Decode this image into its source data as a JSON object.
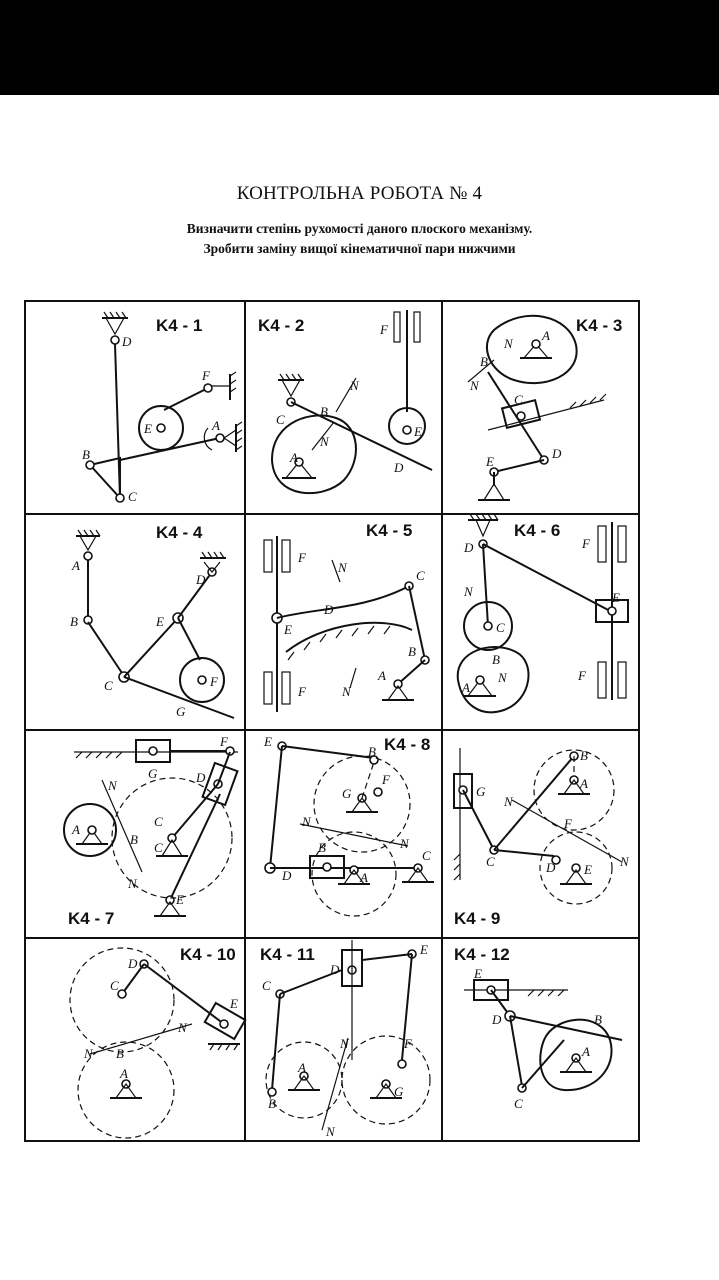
{
  "header": {
    "title": "КОНТРОЛЬНА РОБОТА № 4",
    "line1": "Визначити степінь рухомості даного плоского механізму.",
    "line2": "Зробити заміну вищої кінематичної пари нижчими"
  },
  "cells": [
    {
      "label": "K4 - 1",
      "points": [
        "D",
        "F",
        "A",
        "E",
        "B",
        "C"
      ]
    },
    {
      "label": "K4 - 2",
      "points": [
        "F",
        "N",
        "B",
        "C",
        "E",
        "D",
        "N",
        "A"
      ]
    },
    {
      "label": "K4 - 3",
      "points": [
        "N",
        "A",
        "B",
        "N",
        "C",
        "D",
        "E"
      ]
    },
    {
      "label": "K4 - 4",
      "points": [
        "A",
        "D",
        "B",
        "E",
        "C",
        "F",
        "G"
      ]
    },
    {
      "label": "K4 - 5",
      "points": [
        "F",
        "N",
        "C",
        "D",
        "E",
        "B",
        "A",
        "N",
        "F"
      ]
    },
    {
      "label": "K4 - 6",
      "points": [
        "D",
        "F",
        "N",
        "E",
        "C",
        "B",
        "A",
        "N",
        "F"
      ]
    },
    {
      "label": "K4 - 7",
      "points": [
        "F",
        "G",
        "D",
        "N",
        "A",
        "B",
        "C",
        "N",
        "E"
      ]
    },
    {
      "label": "K4 - 8",
      "points": [
        "E",
        "B",
        "G",
        "F",
        "N",
        "N",
        "B",
        "C",
        "D",
        "A"
      ]
    },
    {
      "label": "K4 - 9",
      "points": [
        "B",
        "G",
        "A",
        "N",
        "F",
        "C",
        "D",
        "E",
        "N"
      ]
    },
    {
      "label": "K4 - 10",
      "points": [
        "D",
        "C",
        "E",
        "N",
        "N",
        "B",
        "A"
      ]
    },
    {
      "label": "K4 - 11",
      "points": [
        "E",
        "D",
        "C",
        "N",
        "F",
        "A",
        "B",
        "G",
        "N"
      ]
    },
    {
      "label": "K4 - 12",
      "points": [
        "E",
        "D",
        "B",
        "A",
        "C"
      ]
    }
  ]
}
